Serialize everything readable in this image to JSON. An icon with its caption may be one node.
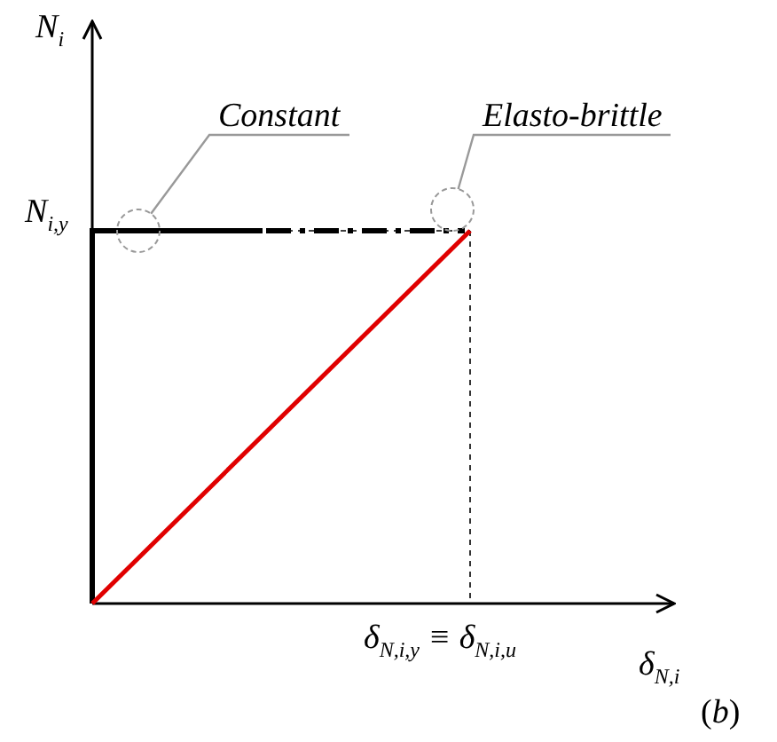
{
  "diagram": {
    "nodes": [
      {
        "text": [
          "Constant"
        ]
      },
      {
        "text": [],
        "shape": "circle"
      },
      {
        "text": [
          "Elasto-brittle"
        ]
      },
      {
        "text": [],
        "shape": "circle"
      }
    ],
    "edges": [
      {
        "from": 0,
        "to": 1,
        "arrow": "none"
      },
      {
        "from": 2,
        "to": 3,
        "arrow": "none"
      }
    ],
    "labels": [
      "N$_{i}$",
      "N$_{i,y}$",
      "δ$_{N,i,y}$ ≡ δ$_{N,i,u}$",
      "δ$_{N,i}$",
      "(*b*)"
    ]
  }
}
